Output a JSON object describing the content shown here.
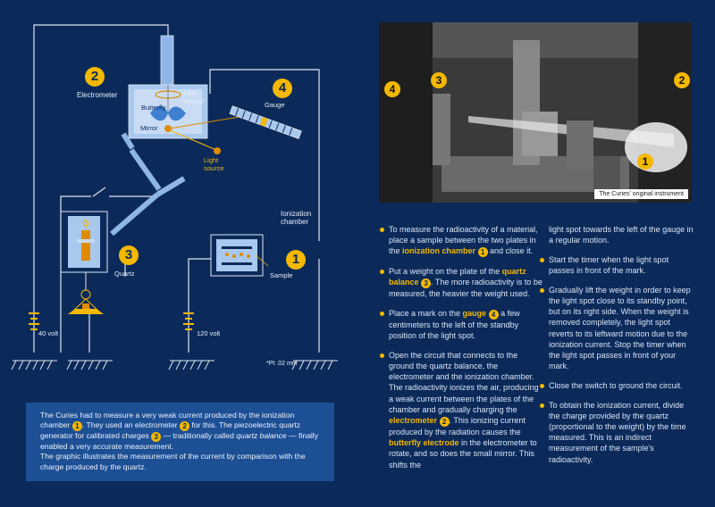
{
  "diagram": {
    "labels": {
      "electrometer": "Electrometer",
      "gauge": "Gauge",
      "fine_thread": "Fine\nthread*",
      "butterfly": "Butterfly",
      "mirror": "Mirror",
      "light_source": "Light\nsource",
      "quartz": "Quartz",
      "ionization_chamber": "Ionization\nchamber",
      "sample": "Sample",
      "volt40": "40 volt",
      "volt120": "120 volt",
      "footnote": "*Pt .02 mm"
    },
    "numbers": {
      "electrometer": "2",
      "gauge": "4",
      "quartz": "3",
      "chamber": "1"
    }
  },
  "info_box": {
    "t1": "The Curies had to measure a very weak current produced by the ionization chamber ",
    "n1": "1",
    "t2": ". They used an electrometer ",
    "n2": "2",
    "t3": " for this. The piezoelectric quartz generator for calibrated charges ",
    "n3": "3",
    "t4": " — traditionally called ",
    "t4i": "quartz balance",
    "t5": " — finally enabled a very accurate measurement.",
    "t6": "The graphic illustrates the measurement of the current by comparison with the charge produced by the quartz."
  },
  "photo": {
    "caption": "The Curies' original instrument",
    "numbers": [
      "4",
      "3",
      "2",
      "1"
    ]
  },
  "steps": {
    "s1a": "To measure the radioactivity of a material, place a sample between the two plates in the ",
    "s1h": "ionization chamber",
    "s1n": "1",
    "s1b": " and close it.",
    "s2a": "Put a weight on the plate of the ",
    "s2h": "quartz balance",
    "s2n": "3",
    "s2b": ". The more radioactivity is to be measured, the heavier the weight used.",
    "s3a": "Place a mark on the ",
    "s3h": "gauge",
    "s3n": "4",
    "s3b": " a few centimeters to the left of the standby position of the light spot.",
    "s4a": "Open the circuit that connects to the ground the quartz balance, the electrometer and the ionization chamber. The radioactivity ionizes the air, producing a weak current between the plates of the chamber and gradually charging the ",
    "s4h": "electrometer",
    "s4n": "2",
    "s4b": ". This ionizing current produced by the radiation causes the ",
    "s4h2": "butterfly electrode",
    "s4c": " in the electrometer to rotate, and so does the small mirror. This shifts the",
    "s5": "light spot towards the left of the gauge in a regular motion.",
    "s6": "Start the timer when the light spot passes in front of the mark.",
    "s7": "Gradually lift the weight in order to keep the light spot close to its standby point, but on its right side. When the weight is removed completely, the light spot reverts to its leftward motion due to the ionization current. Stop the timer when the light spot passes in front of your mark.",
    "s8": "Close the switch to ground the circuit.",
    "s9": "To obtain the ionization current, divide the charge provided by the quartz (proportional to the weight) by the time measured. This is an indirect measurement of the sample's radioactivity."
  }
}
